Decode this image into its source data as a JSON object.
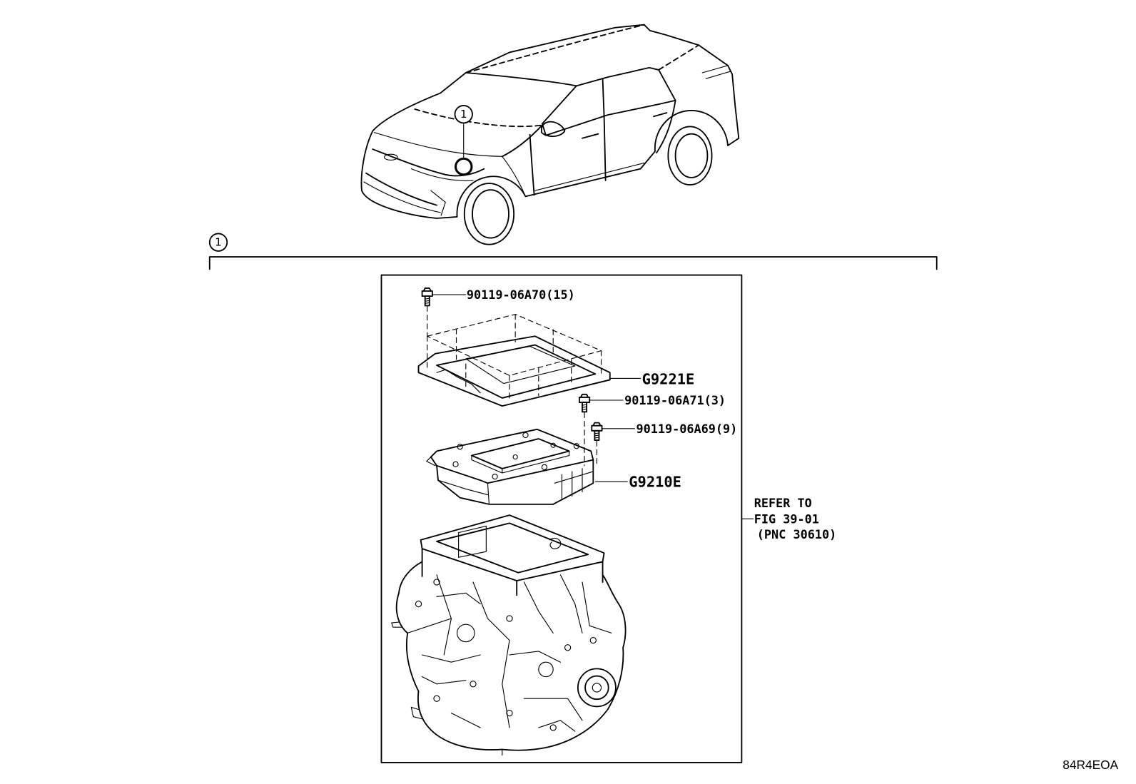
{
  "callouts": {
    "vehicle_location": "1",
    "section": "1"
  },
  "parts": {
    "bolt_cover": "90119-06A70(15)",
    "cover": "G9221E",
    "bolt_inverter_a": "90119-06A71(3)",
    "bolt_inverter_b": "90119-06A69(9)",
    "inverter": "G9210E"
  },
  "reference": {
    "line1": "REFER TO",
    "line2": "FIG 39-01",
    "line3": "(PNC 30610)"
  },
  "figure_code": "84R4EOA",
  "colors": {
    "ink": "#000000",
    "background": "#ffffff"
  }
}
